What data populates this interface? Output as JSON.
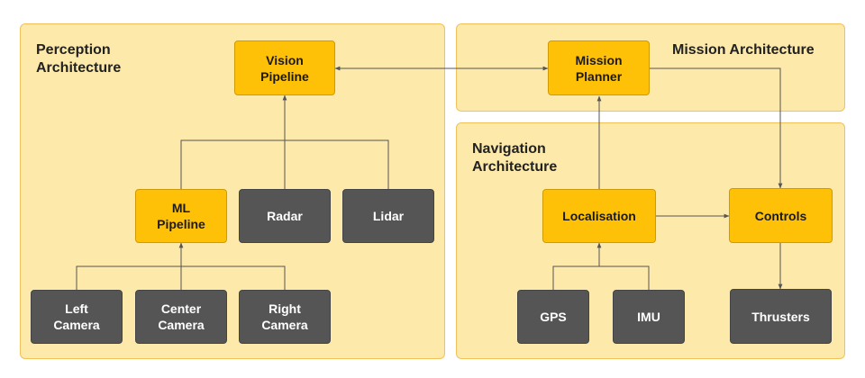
{
  "regions": {
    "perception": "Perception\nArchitecture",
    "mission": "Mission Architecture",
    "navigation": "Navigation\nArchitecture"
  },
  "nodes": {
    "vision_pipeline": "Vision\nPipeline",
    "ml_pipeline": "ML\nPipeline",
    "radar": "Radar",
    "lidar": "Lidar",
    "left_camera": "Left\nCamera",
    "center_camera": "Center\nCamera",
    "right_camera": "Right\nCamera",
    "mission_planner": "Mission\nPlanner",
    "localisation": "Localisation",
    "controls": "Controls",
    "gps": "GPS",
    "imu": "IMU",
    "thrusters": "Thrusters"
  },
  "colors": {
    "region_fill": "#fde9a9",
    "region_border": "#f1c15a",
    "software_node": "#ffc107",
    "hardware_node": "#555555",
    "edge": "#555555"
  }
}
